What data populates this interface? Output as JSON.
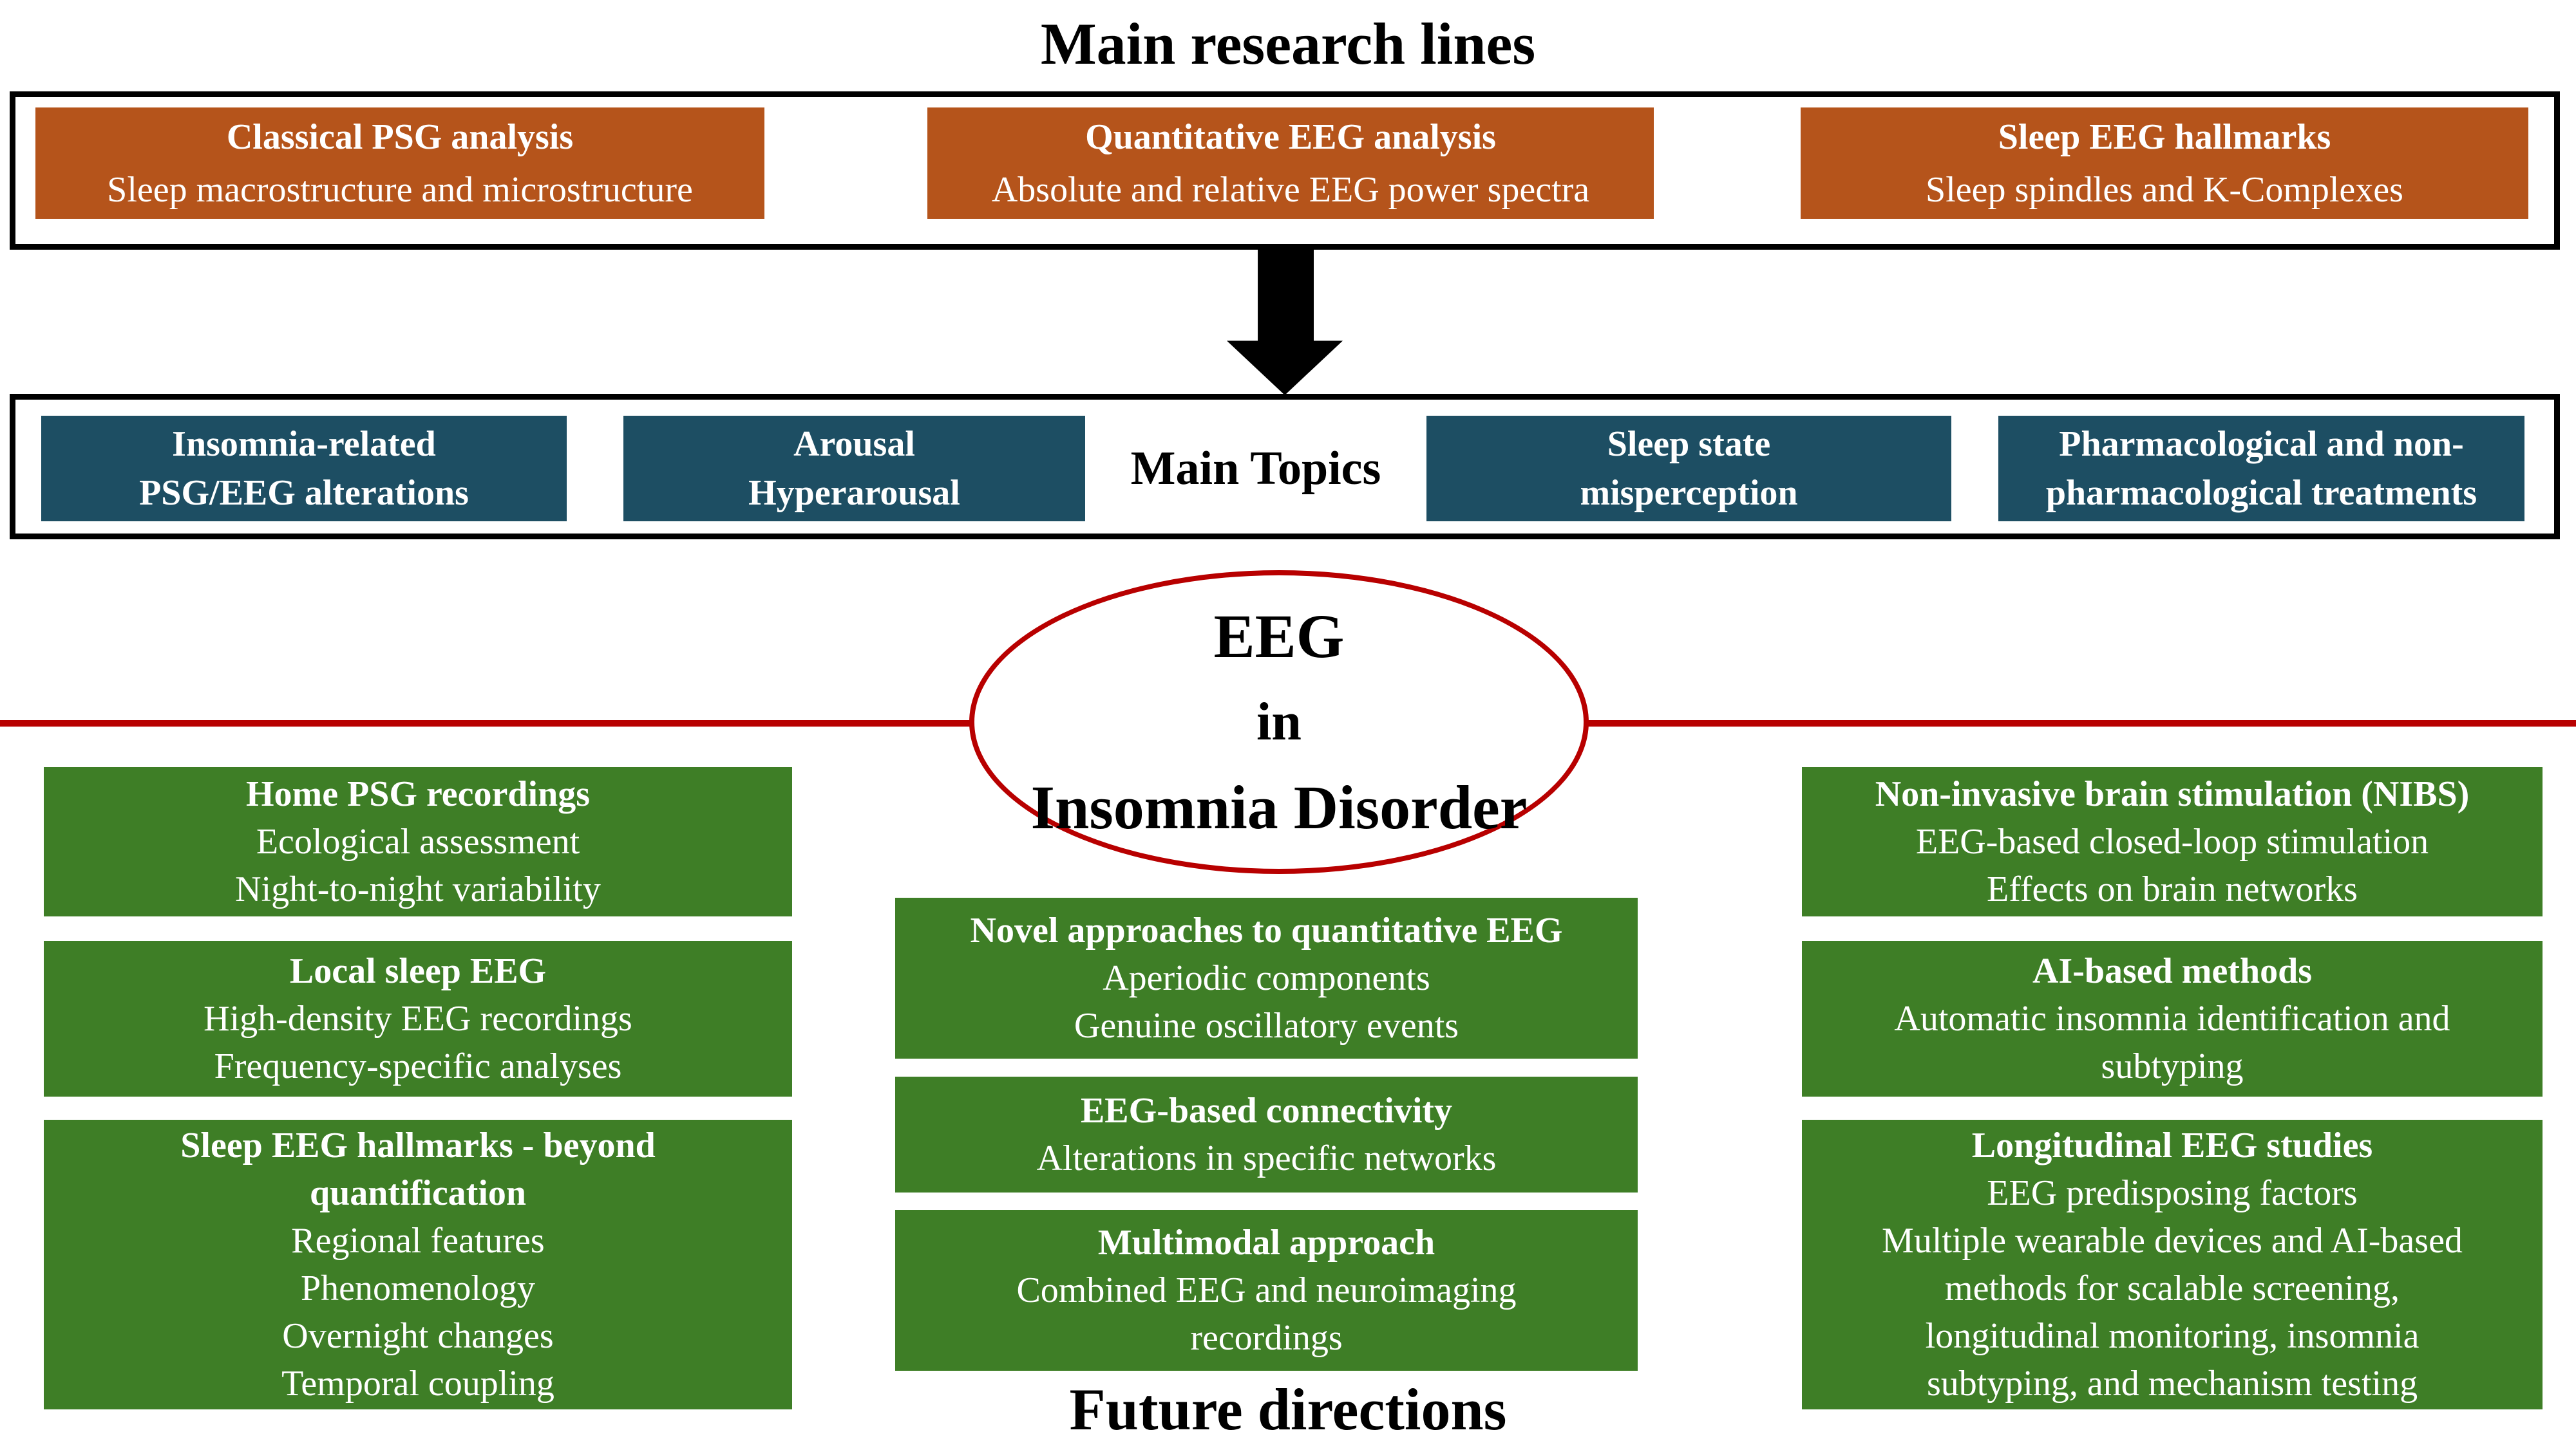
{
  "page": {
    "title": "Main research lines",
    "main_topics_label": "Main Topics",
    "future_title": "Future directions"
  },
  "colors": {
    "orange": "#b5541b",
    "blue": "#1d4e63",
    "green": "#3e7e26",
    "red": "#b80000",
    "frame_border": "#000000"
  },
  "research_lines": [
    {
      "title": "Classical PSG analysis",
      "subtitle": "Sleep macrostructure and microstructure"
    },
    {
      "title": "Quantitative EEG analysis",
      "subtitle": "Absolute and relative EEG power spectra"
    },
    {
      "title": "Sleep EEG hallmarks",
      "subtitle": "Sleep spindles and K-Complexes"
    }
  ],
  "main_topics": [
    {
      "line1": "Insomnia-related",
      "line2": "PSG/EEG alterations"
    },
    {
      "line1": "Arousal",
      "line2": "Hyperarousal"
    },
    {
      "line1": "Sleep state",
      "line2": "misperception"
    },
    {
      "line1": "Pharmacological and non-",
      "line2": "pharmacological treatments"
    }
  ],
  "center_ellipse": {
    "line1": "EEG",
    "line2": "in",
    "line3": "Insomnia Disorder"
  },
  "future_directions": {
    "left": [
      {
        "title1": "Home PSG recordings",
        "body": [
          "Ecological assessment",
          "Night-to-night variability"
        ]
      },
      {
        "title1": "Local sleep EEG",
        "body": [
          "High-density EEG recordings",
          "Frequency-specific analyses"
        ]
      },
      {
        "title1": "Sleep EEG hallmarks - beyond",
        "title2": "quantification",
        "body": [
          "Regional features",
          "Phenomenology",
          "Overnight changes",
          "Temporal coupling"
        ]
      }
    ],
    "middle": [
      {
        "title1": "Novel approaches to quantitative EEG",
        "body": [
          "Aperiodic components",
          "Genuine oscillatory events"
        ]
      },
      {
        "title1": "EEG-based connectivity",
        "body": [
          "Alterations in specific networks"
        ]
      },
      {
        "title1": "Multimodal approach",
        "body": [
          "Combined EEG and neuroimaging",
          "recordings"
        ]
      }
    ],
    "right": [
      {
        "title1": "Non-invasive brain stimulation (NIBS)",
        "body": [
          "EEG-based closed-loop stimulation",
          "Effects on brain networks"
        ]
      },
      {
        "title1": "AI-based methods",
        "body": [
          "Automatic insomnia identification and",
          "subtyping"
        ]
      },
      {
        "title1": "Longitudinal EEG studies",
        "body": [
          "EEG predisposing factors",
          "Multiple wearable devices and AI-based",
          "methods for scalable screening,",
          "longitudinal monitoring, insomnia",
          "subtyping, and mechanism testing"
        ]
      }
    ]
  }
}
